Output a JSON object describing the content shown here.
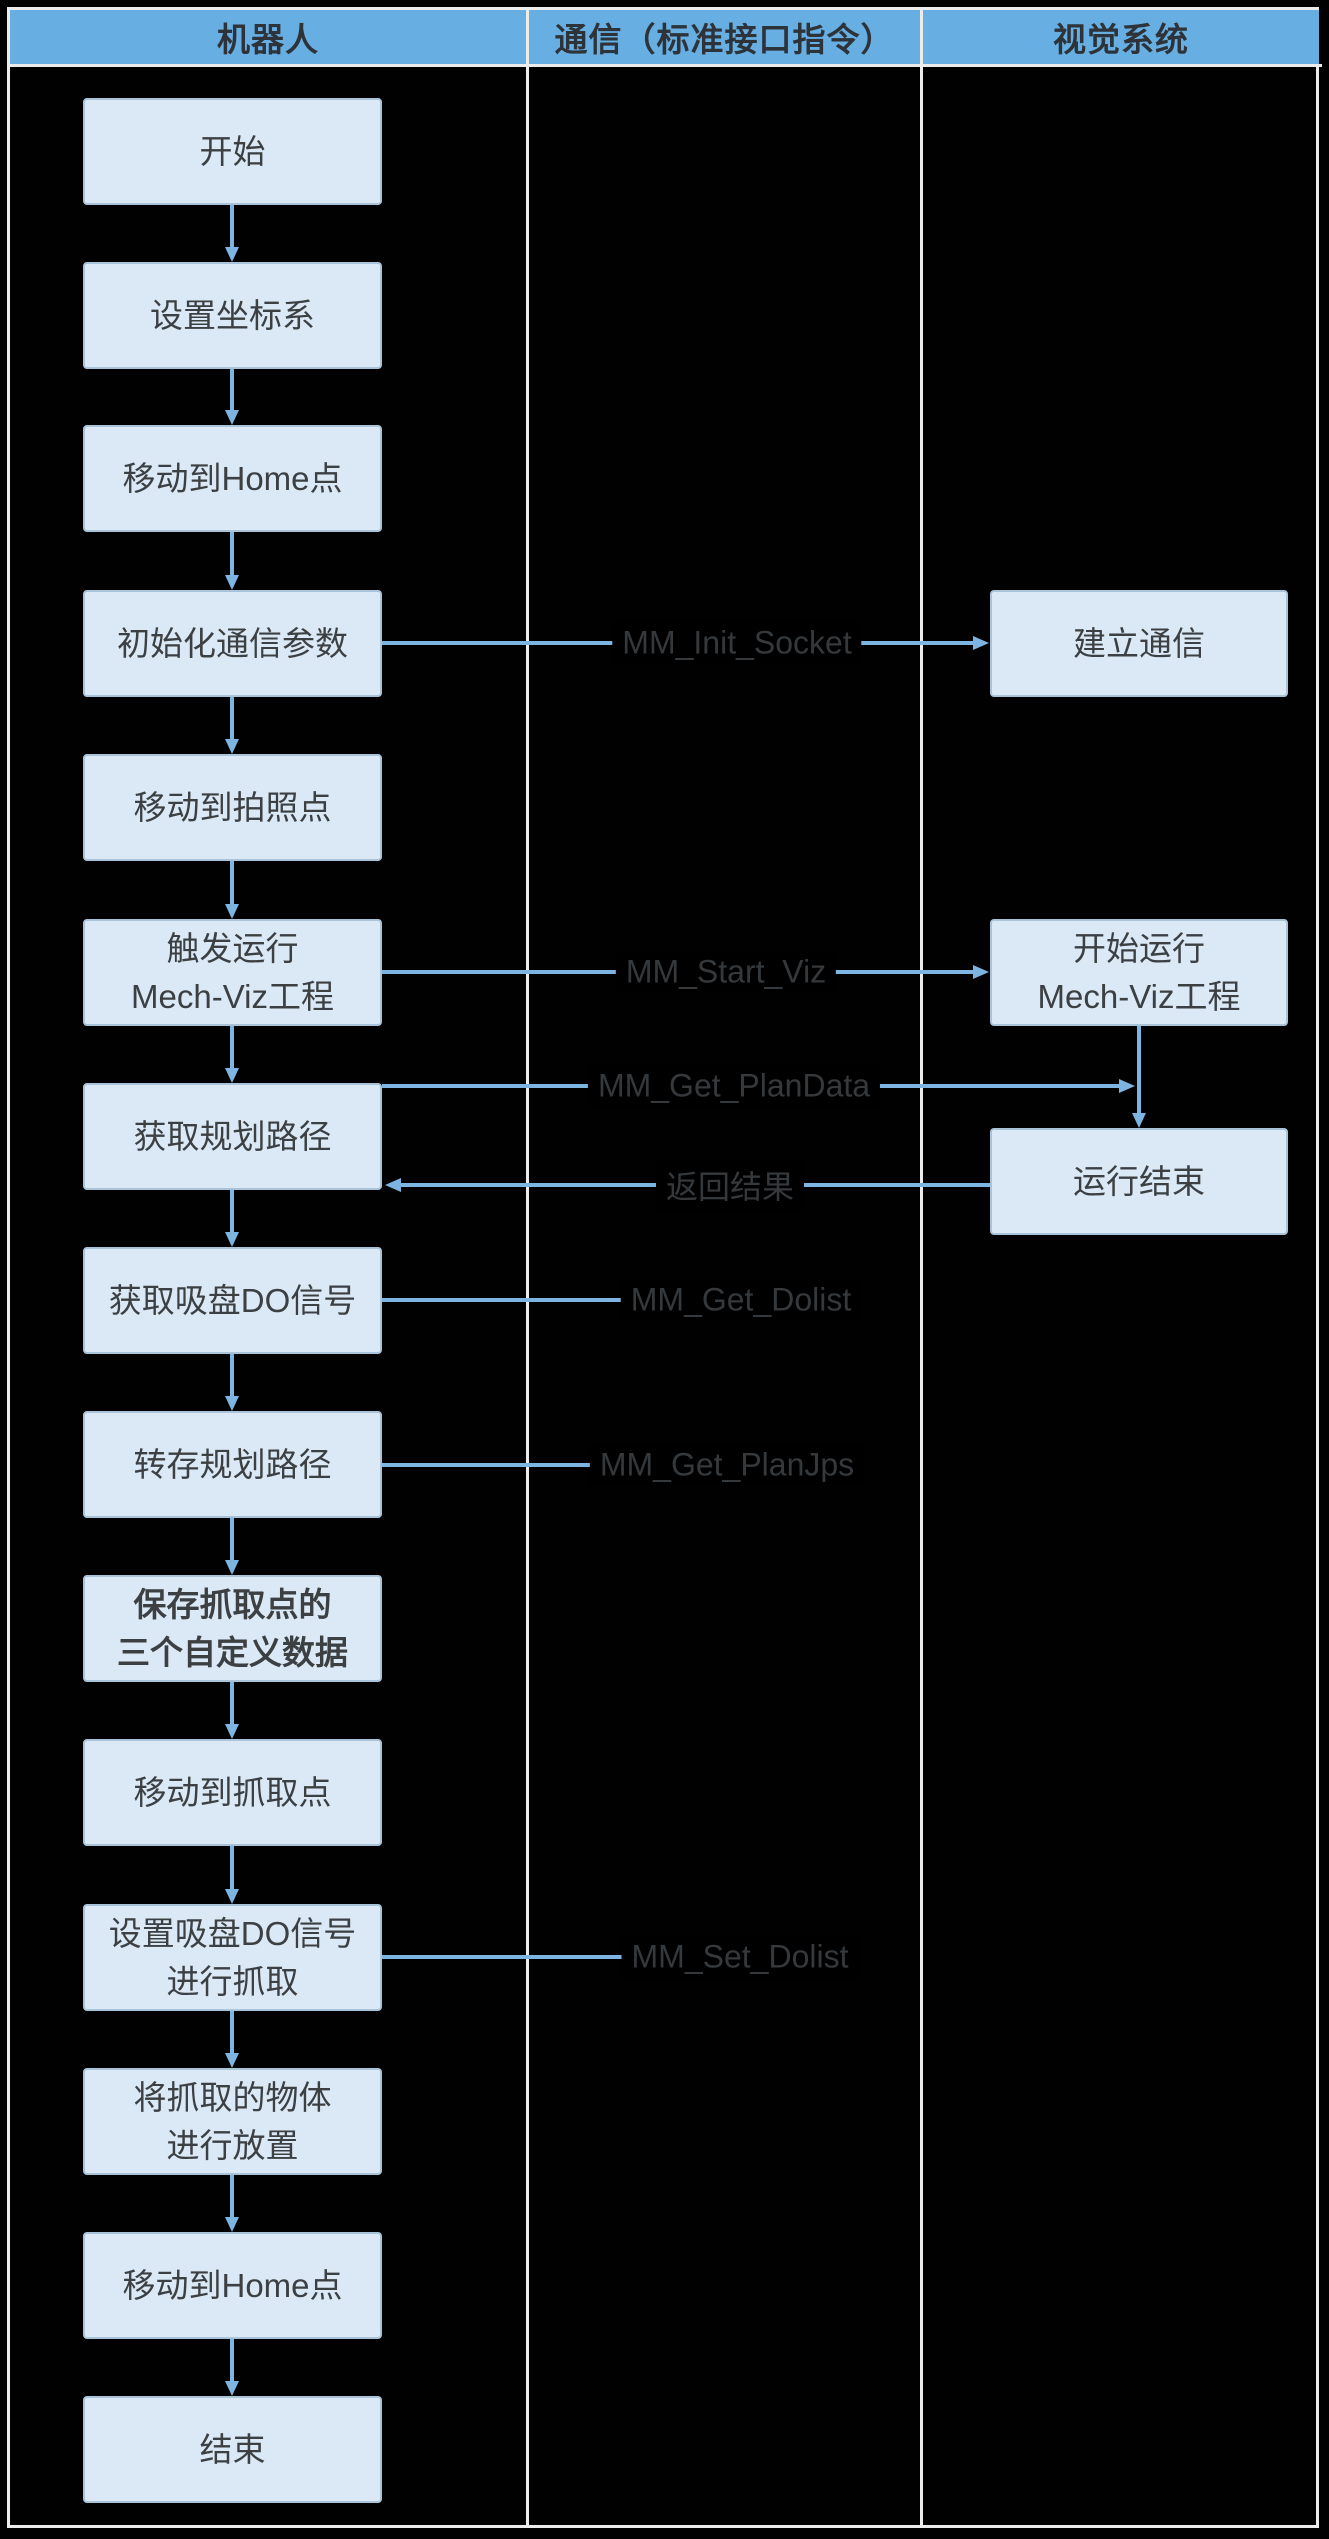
{
  "diagram": {
    "type": "swimlane-flowchart",
    "background_color": "#000000",
    "frame_color": "#ECECEC",
    "header_fill": "#67AFE3",
    "box_fill": "#DBE9F6",
    "arrow_color": "#7EB4E2"
  },
  "header": {
    "lanes": [
      {
        "label": "机器人"
      },
      {
        "label": "通信（标准接口指令）"
      },
      {
        "label": "视觉系统"
      }
    ]
  },
  "robot": {
    "steps": [
      {
        "label": "开始"
      },
      {
        "label": "设置坐标系"
      },
      {
        "label": "移动到Home点"
      },
      {
        "label": "初始化通信参数"
      },
      {
        "label": "移动到拍照点"
      },
      {
        "label": "触发运行\nMech-Viz工程"
      },
      {
        "label": "获取规划路径"
      },
      {
        "label": "获取吸盘DO信号"
      },
      {
        "label": "转存规划路径"
      },
      {
        "label": "保存抓取点的\n三个自定义数据",
        "emphasis": true
      },
      {
        "label": "移动到抓取点"
      },
      {
        "label": "设置吸盘DO信号\n进行抓取"
      },
      {
        "label": "将抓取的物体\n进行放置"
      },
      {
        "label": "移动到Home点"
      },
      {
        "label": "结束"
      }
    ]
  },
  "vision": {
    "steps": [
      {
        "label": "建立通信"
      },
      {
        "label": "开始运行\nMech-Viz工程"
      },
      {
        "label": "运行结束"
      }
    ]
  },
  "commands": [
    {
      "label": "MM_Init_Socket"
    },
    {
      "label": "MM_Start_Viz"
    },
    {
      "label": "MM_Get_PlanData"
    },
    {
      "label": "返回结果"
    },
    {
      "label": "MM_Get_Dolist"
    },
    {
      "label": "MM_Get_PlanJps"
    },
    {
      "label": "MM_Set_Dolist"
    }
  ]
}
